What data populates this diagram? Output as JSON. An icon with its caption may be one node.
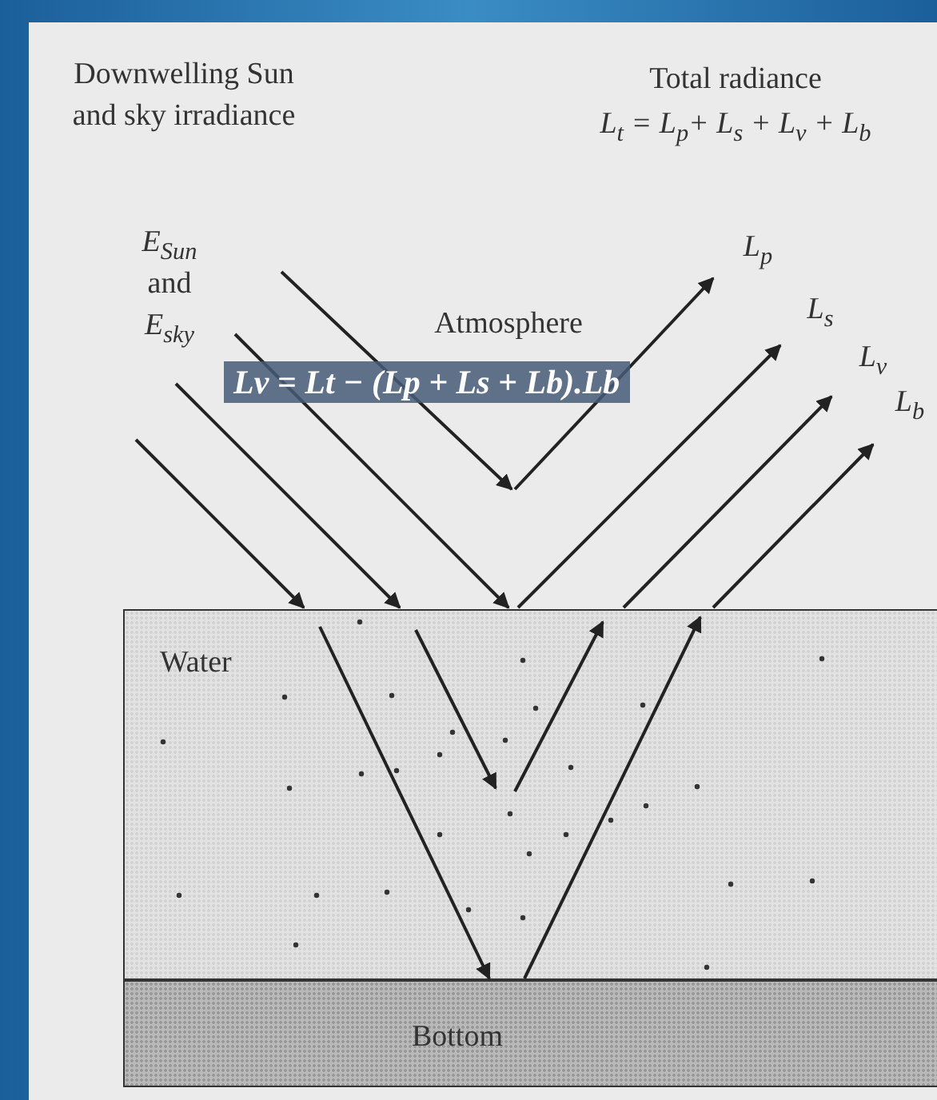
{
  "diagram": {
    "nodes": [
      {
        "text": [
          "Water"
        ]
      },
      {
        "text": [
          "Bottom"
        ]
      }
    ],
    "edges": [
      {
        "from": null,
        "to": 0,
        "arrow": "to"
      },
      {
        "from": null,
        "to": 0,
        "arrow": "to"
      },
      {
        "from": null,
        "to": 0,
        "arrow": "to"
      },
      {
        "from": 0,
        "to": null,
        "arrow": "to"
      },
      {
        "from": 0,
        "to": null,
        "arrow": "to"
      },
      {
        "from": 0,
        "to": null,
        "arrow": "to"
      },
      {
        "from": 0,
        "to": 1,
        "arrow": "to"
      },
      {
        "from": 1,
        "to": 0,
        "arrow": "to"
      }
    ],
    "labels": [
      "Downwelling Sun and sky irradiance",
      "Total radiance",
      "*L*$_{t}$ = *L*$_{p}$+ *L*$_{s}$ + *L*$_{v}$ + *L*$_{b}$",
      "*E*$_{Sun}$",
      "and",
      "*E*$_{sky}$",
      "Atmosphere",
      "*L*$_{p}$",
      "*L*$_{s}$",
      "*L*$_{v}$",
      "*L*$_{b}$",
      "Lv = Lt − (Lp + Ls + Lb).Lb"
    ]
  }
}
